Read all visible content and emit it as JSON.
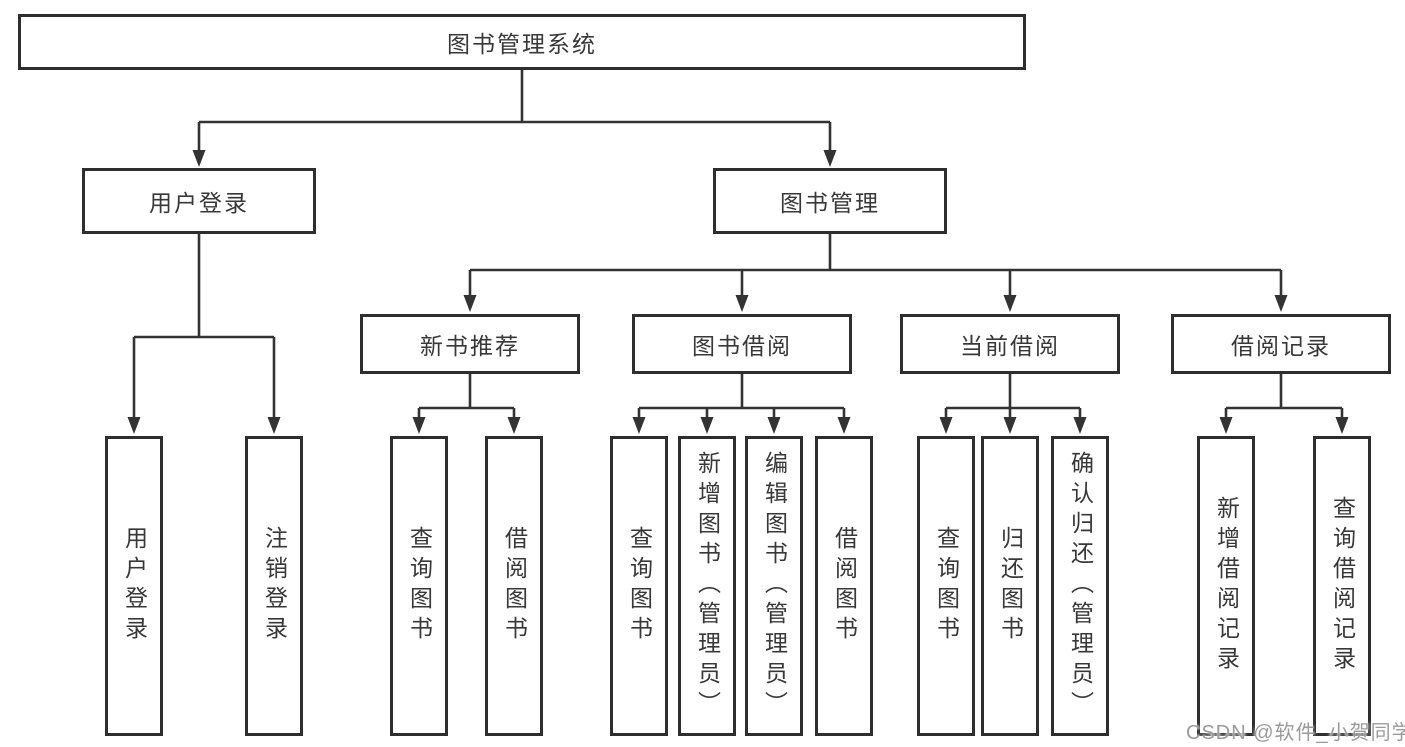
{
  "diagram": {
    "title": "图书管理系统",
    "tree": {
      "root": "图书管理系统",
      "branches": [
        {
          "label": "用户登录",
          "children": [
            "用户登录",
            "注销登录"
          ]
        },
        {
          "label": "图书管理",
          "sections": [
            {
              "label": "新书推荐",
              "children": [
                "查询图书",
                "借阅图书"
              ]
            },
            {
              "label": "图书借阅",
              "children": [
                "查询图书",
                "新增图书（管理员）",
                "编辑图书（管理员）",
                "借阅图书"
              ]
            },
            {
              "label": "当前借阅",
              "children": [
                "查询图书",
                "归还图书",
                "确认归还（管理员）"
              ]
            },
            {
              "label": "借阅记录",
              "children": [
                "新增借阅记录",
                "查询借阅记录"
              ]
            }
          ]
        }
      ]
    },
    "watermark": "CSDN @软件_小贺同学",
    "colors": {
      "line": "#333333",
      "box_border": "#2e2e2e",
      "text": "#383838",
      "watermark": "#9b9b9b",
      "background": "#ffffff"
    }
  }
}
